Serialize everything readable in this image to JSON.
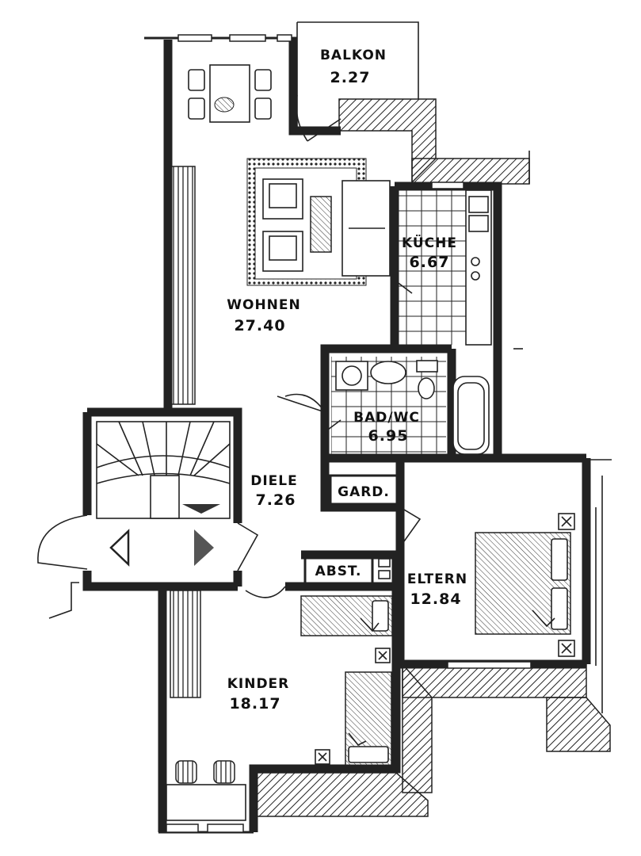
{
  "rooms": {
    "balkon": {
      "name": "BALKON",
      "area": "2.27"
    },
    "wohnen": {
      "name": "WOHNEN",
      "area": "27.40"
    },
    "kueche": {
      "name": "KÜCHE",
      "area": "6.67"
    },
    "bad": {
      "name": "BAD/WC",
      "area": "6.95"
    },
    "diele": {
      "name": "DIELE",
      "area": "7.26"
    },
    "eltern": {
      "name": "ELTERN",
      "area": "12.84"
    },
    "kinder": {
      "name": "KINDER",
      "area": "18.17"
    }
  },
  "storage": {
    "gard": "GARD.",
    "abst": "ABST."
  }
}
